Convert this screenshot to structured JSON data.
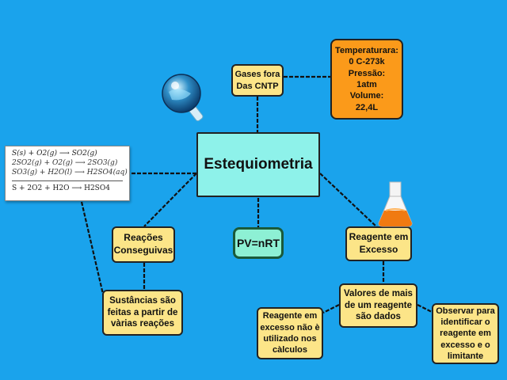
{
  "map": {
    "central": "Estequiometria",
    "gases": "Gases fora\nDas CNTP",
    "conditions": "Temperaturara:\n0 C-273k\nPressão:\n1atm\nVolume:\n22,4L",
    "reacoes": "Reações\nConseguivas",
    "substancias": "Sustâncias são\nfeitas a partir de\nvàrias reações",
    "pv": "PV=nRT",
    "reagente": "Reagente em\nExcesso",
    "valores": "Valores de mais\nde um reagente\nsão dados",
    "nao_utilizado": "Reagente em\nexcesso não è\nutilizado nos\ncàlculos",
    "observar": "Observar para\nidentificar o\nreagente em\nexcesso e o\nlimitante"
  },
  "equations": {
    "line1": "S(s) + O2(g) ⟶ SO2(g)",
    "line2": "2SO2(g) + O2(g) ⟶ 2SO3(g)",
    "line3": "SO3(g) + H2O(l) ⟶ H2SO4(aq)",
    "total": "S + 2O2 + H2O ⟶ H2SO4"
  },
  "colors": {
    "background": "#1aa3ec",
    "yellow_node": "#fce588",
    "orange_node": "#fb9a1a",
    "central_node": "#8ef2ea",
    "formula_node": "#8df0d4"
  },
  "icons": [
    "round-flask-icon",
    "erlenmeyer-flask-icon"
  ]
}
